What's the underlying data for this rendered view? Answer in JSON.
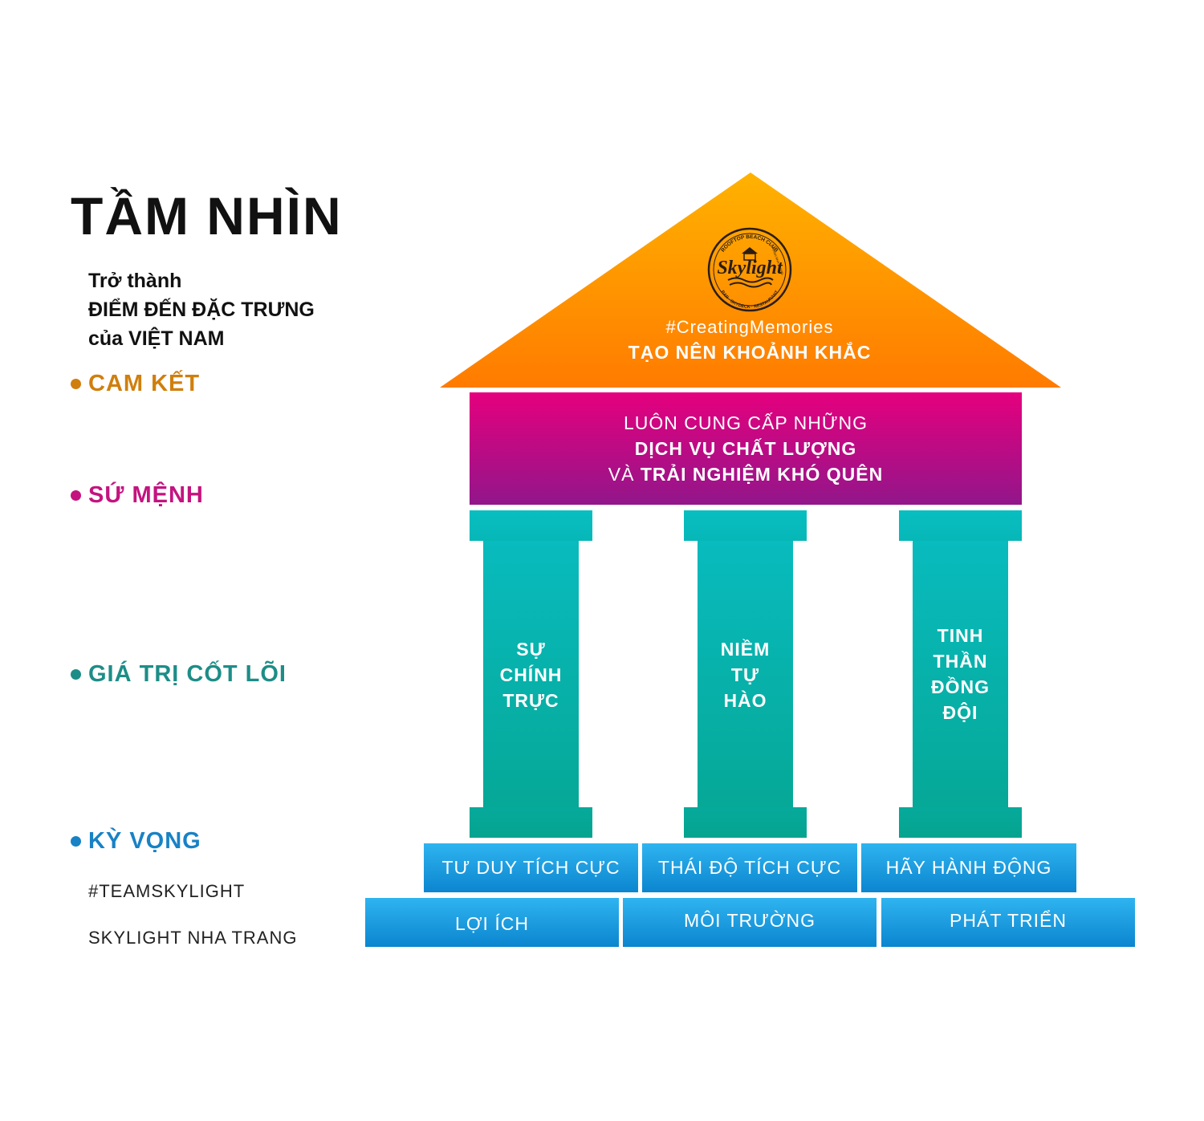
{
  "vision": {
    "title": "TẦM NHÌN",
    "lines": [
      "Trở thành",
      "ĐIỂM ĐẾN ĐẶC TRƯNG",
      "của VIỆT NAM"
    ]
  },
  "labels": [
    {
      "text": "CAM KẾT",
      "color": "#d07f0d"
    },
    {
      "text": "SỨ MỆNH",
      "color": "#c4137f"
    },
    {
      "text": "GIÁ TRỊ CỐT LÕI",
      "color": "#1d8d87"
    },
    {
      "text": "KỲ VỌNG",
      "color": "#1882c5"
    }
  ],
  "tags": [
    "#TEAMSKYLIGHT",
    "SKYLIGHT NHA TRANG"
  ],
  "roof": {
    "hashtag": "#CreatingMemories",
    "slogan": "TẠO NÊN KHOẢNH KHẮC",
    "gradient_top": "#ffb200",
    "gradient_bottom": "#ff7b00",
    "logo": {
      "name": "Skylight",
      "top_text": "ROOFTOP BEACH CLUB",
      "bottom_text": "BAR · SKYDECK · RESTAURANT",
      "side_text": "HAVANA NHA TRANG"
    }
  },
  "mission": {
    "line1": "LUÔN CUNG CẤP NHỮNG",
    "line2": "DỊCH VỤ CHẤT LƯỢNG",
    "line3_prefix": "VÀ",
    "line3_bold": "TRẢI NGHIỆM KHÓ QUÊN"
  },
  "pillars": [
    {
      "lines": [
        "SỰ",
        "CHÍNH",
        "TRỰC"
      ]
    },
    {
      "lines": [
        "NIỀM",
        "TỰ",
        "HÀO"
      ]
    },
    {
      "lines": [
        "TINH",
        "THẦN",
        "ĐỒNG",
        "ĐỘI"
      ]
    }
  ],
  "steps_top": [
    "TƯ DUY TÍCH CỰC",
    "THÁI ĐỘ TÍCH CỰC",
    "HÃY HÀNH ĐỘNG"
  ],
  "steps_bottom": [
    "LỢI ÍCH",
    "MÔI TRƯỜNG",
    "PHÁT TRIỂN"
  ]
}
